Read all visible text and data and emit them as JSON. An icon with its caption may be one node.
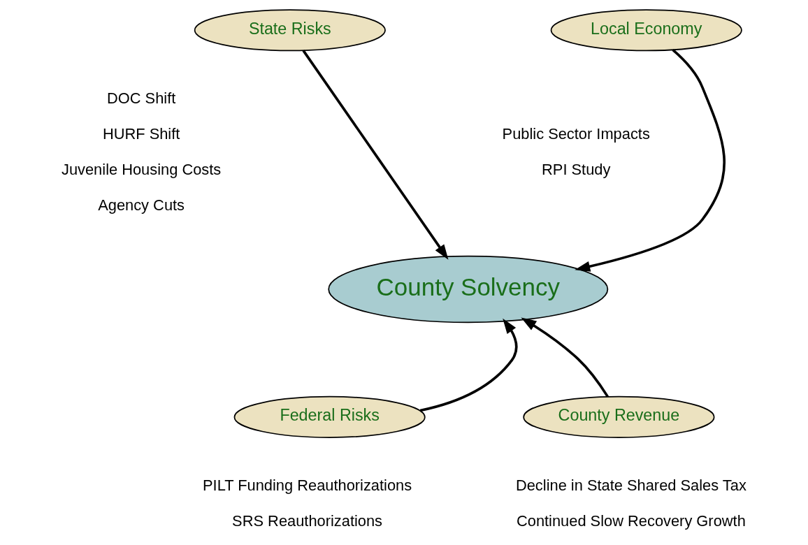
{
  "diagram": {
    "nodes": [
      {
        "text": [
          "State Risks"
        ],
        "beside": [
          "DOC Shift",
          "HURF Shift",
          "Juvenile Housing Costs",
          "Agency Cuts"
        ]
      },
      {
        "text": [
          "Local Economy"
        ],
        "beside": [
          "Public Sector Impacts",
          "RPI Study"
        ]
      },
      {
        "text": [
          "County Solvency"
        ]
      },
      {
        "text": [
          "Federal Risks"
        ],
        "beside": [
          "PILT Funding Reauthorizations",
          "SRS Reauthorizations"
        ]
      },
      {
        "text": [
          "County Revenue"
        ],
        "beside": [
          "Decline in State Shared Sales Tax",
          "Continued Slow Recovery Growth"
        ]
      }
    ],
    "edges": [
      {
        "from": 0,
        "to": 2,
        "arrow": "to"
      },
      {
        "from": 1,
        "to": 2,
        "arrow": "to"
      },
      {
        "from": 3,
        "to": 2,
        "arrow": "to"
      },
      {
        "from": 4,
        "to": 2,
        "arrow": "to"
      }
    ]
  }
}
